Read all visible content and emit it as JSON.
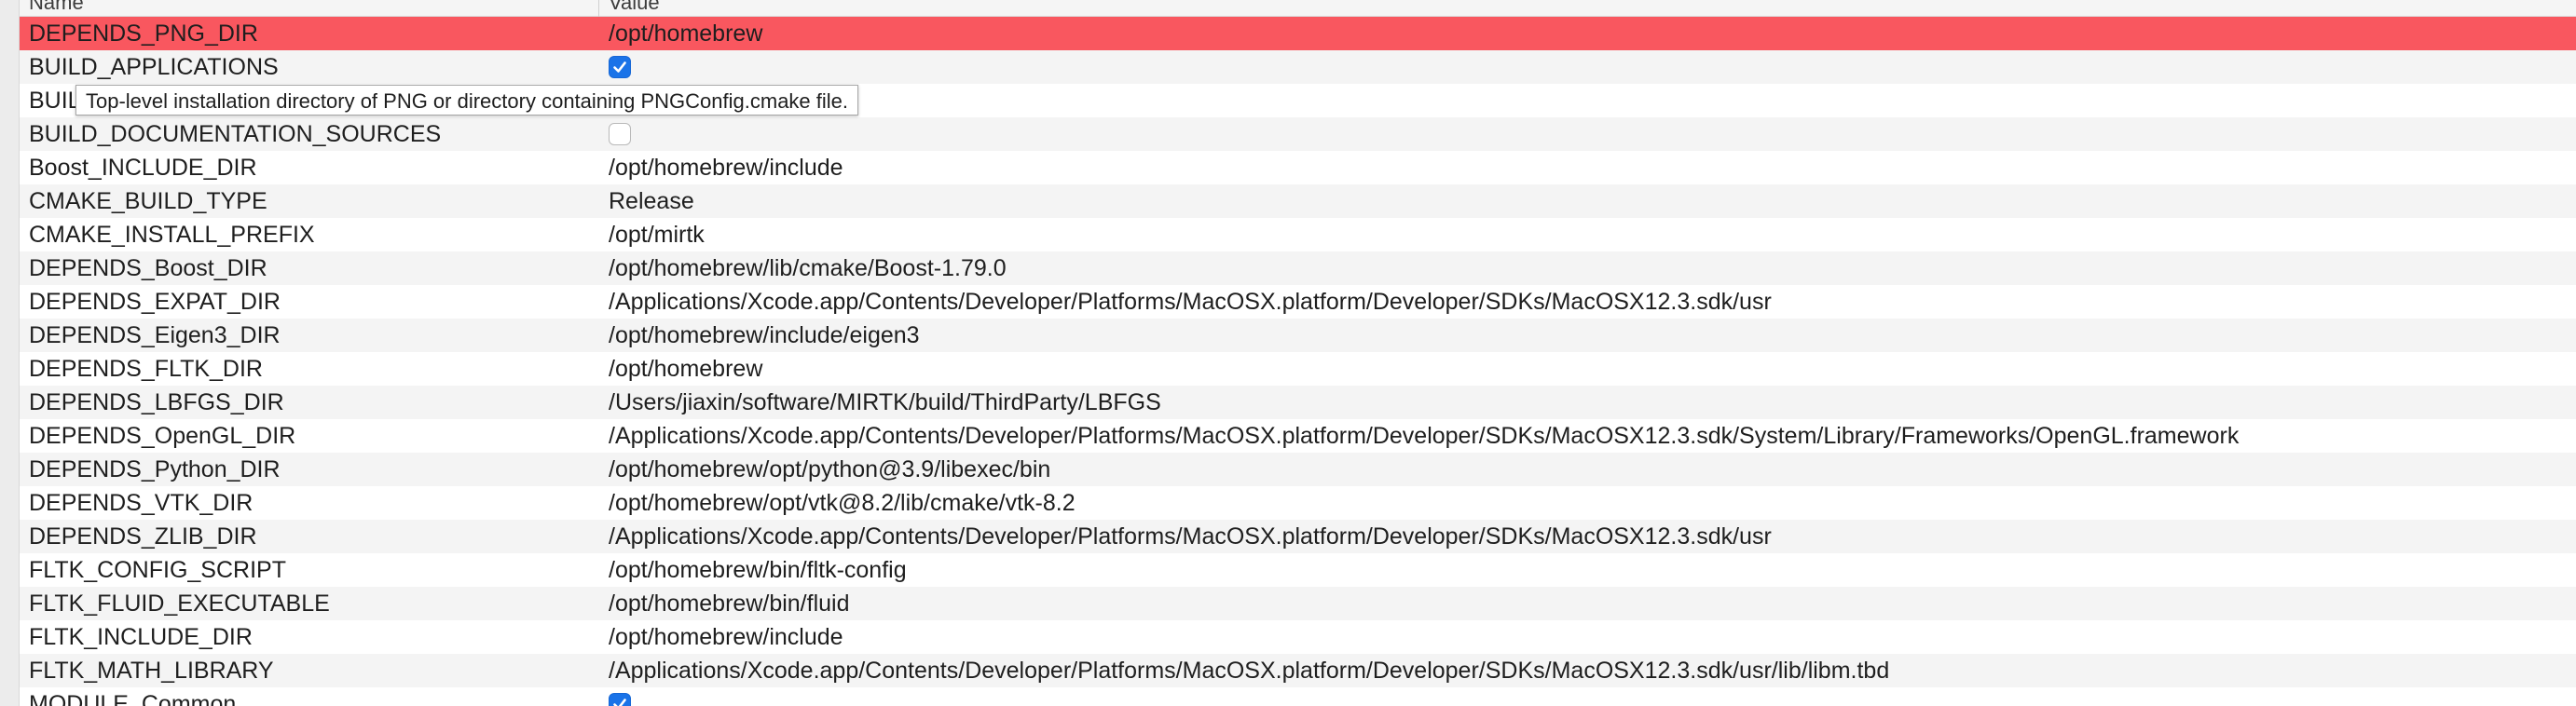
{
  "header": {
    "name_label": "Name",
    "value_label": "Value"
  },
  "tooltip": {
    "text": "Top-level installation directory of PNG or directory containing PNGConfig.cmake file."
  },
  "colors": {
    "selected_row": "#f9575f",
    "checkbox_checked": "#1a73e8"
  },
  "rows": [
    {
      "name": "DEPENDS_PNG_DIR",
      "value": "/opt/homebrew",
      "type": "text",
      "selected": true
    },
    {
      "name": "BUILD_APPLICATIONS",
      "value": "",
      "type": "checkbox",
      "checked": true
    },
    {
      "name": "BUILD_DOCUMENTATION",
      "value": "",
      "type": "checkbox",
      "checked": false
    },
    {
      "name": "BUILD_DOCUMENTATION_SOURCES",
      "value": "",
      "type": "checkbox",
      "checked": false
    },
    {
      "name": "Boost_INCLUDE_DIR",
      "value": "/opt/homebrew/include",
      "type": "text"
    },
    {
      "name": "CMAKE_BUILD_TYPE",
      "value": "Release",
      "type": "text"
    },
    {
      "name": "CMAKE_INSTALL_PREFIX",
      "value": "/opt/mirtk",
      "type": "text"
    },
    {
      "name": "DEPENDS_Boost_DIR",
      "value": "/opt/homebrew/lib/cmake/Boost-1.79.0",
      "type": "text"
    },
    {
      "name": "DEPENDS_EXPAT_DIR",
      "value": "/Applications/Xcode.app/Contents/Developer/Platforms/MacOSX.platform/Developer/SDKs/MacOSX12.3.sdk/usr",
      "type": "text"
    },
    {
      "name": "DEPENDS_Eigen3_DIR",
      "value": "/opt/homebrew/include/eigen3",
      "type": "text"
    },
    {
      "name": "DEPENDS_FLTK_DIR",
      "value": "/opt/homebrew",
      "type": "text"
    },
    {
      "name": "DEPENDS_LBFGS_DIR",
      "value": "/Users/jiaxin/software/MIRTK/build/ThirdParty/LBFGS",
      "type": "text"
    },
    {
      "name": "DEPENDS_OpenGL_DIR",
      "value": "/Applications/Xcode.app/Contents/Developer/Platforms/MacOSX.platform/Developer/SDKs/MacOSX12.3.sdk/System/Library/Frameworks/OpenGL.framework",
      "type": "text"
    },
    {
      "name": "DEPENDS_Python_DIR",
      "value": "/opt/homebrew/opt/python@3.9/libexec/bin",
      "type": "text"
    },
    {
      "name": "DEPENDS_VTK_DIR",
      "value": "/opt/homebrew/opt/vtk@8.2/lib/cmake/vtk-8.2",
      "type": "text"
    },
    {
      "name": "DEPENDS_ZLIB_DIR",
      "value": "/Applications/Xcode.app/Contents/Developer/Platforms/MacOSX.platform/Developer/SDKs/MacOSX12.3.sdk/usr",
      "type": "text"
    },
    {
      "name": "FLTK_CONFIG_SCRIPT",
      "value": "/opt/homebrew/bin/fltk-config",
      "type": "text"
    },
    {
      "name": "FLTK_FLUID_EXECUTABLE",
      "value": "/opt/homebrew/bin/fluid",
      "type": "text"
    },
    {
      "name": "FLTK_INCLUDE_DIR",
      "value": "/opt/homebrew/include",
      "type": "text"
    },
    {
      "name": "FLTK_MATH_LIBRARY",
      "value": "/Applications/Xcode.app/Contents/Developer/Platforms/MacOSX.platform/Developer/SDKs/MacOSX12.3.sdk/usr/lib/libm.tbd",
      "type": "text"
    },
    {
      "name": "MODULE_Common",
      "value": "",
      "type": "checkbox",
      "checked": true
    }
  ]
}
